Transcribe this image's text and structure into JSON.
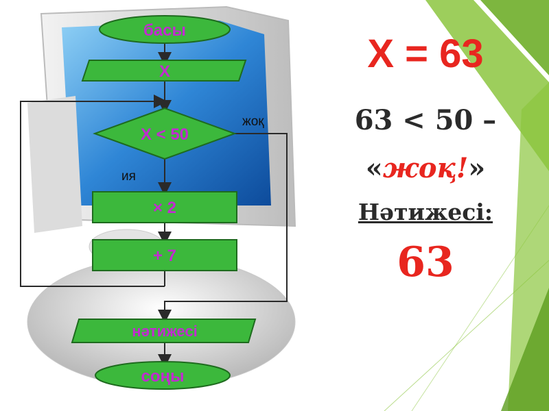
{
  "flowchart": {
    "start": "басы",
    "input": "X",
    "condition": "X < 50",
    "branch_no": "жоқ",
    "branch_yes": "ия",
    "step1": "× 2",
    "step2": "+ 7",
    "output": "нәтижесі",
    "end": "соңы"
  },
  "explanation": {
    "assignment": "X = 63",
    "comparison": "63 < 50 –",
    "answer_prefix": "«",
    "answer_word": "жоқ!",
    "answer_suffix": "»",
    "result_label": "Нәтижесі:",
    "result_value": "63"
  },
  "colors": {
    "shape_fill": "#3cb83c",
    "shape_stroke": "#1e6b1e",
    "shape_text": "#c22bd1",
    "accent_red": "#e8261f",
    "deco_green": "#8cc63f"
  }
}
